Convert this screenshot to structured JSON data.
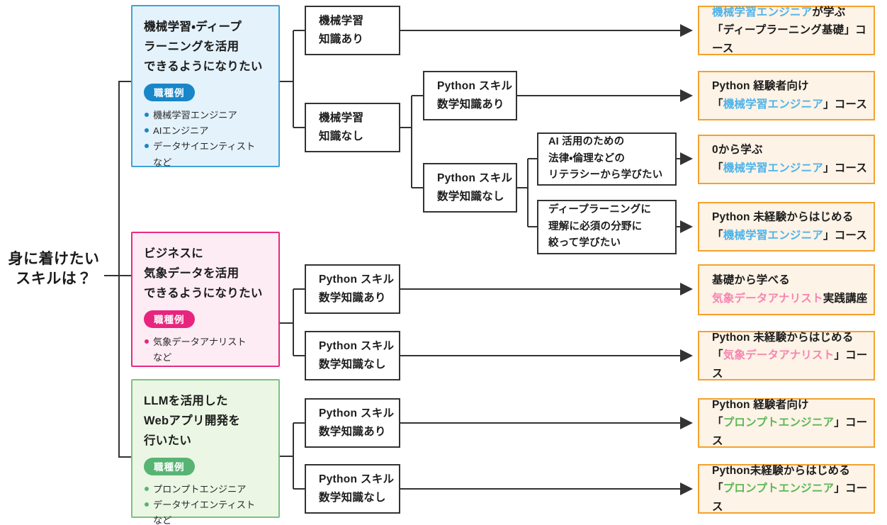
{
  "root": {
    "line1": "身に着けたい",
    "line2": "スキルは？"
  },
  "colors": {
    "blue": "#4FB3EA",
    "pink": "#F784B3",
    "green": "#5CB857",
    "blue_bg": "#E4F2FB",
    "blue_border": "#3FA2D9",
    "blue_badge": "#1886C9",
    "pink_bg": "#FDECF4",
    "pink_border": "#E82B80",
    "pink_badge": "#E8257E",
    "green_bg": "#EBF7E4",
    "green_border": "#7BC280",
    "green_badge": "#57B473",
    "course_bg": "#FDF3E6",
    "course_border": "#F5A12D",
    "line": "#333333"
  },
  "goals": [
    {
      "title_lines": [
        "機械学習・ディープ",
        "ラーニングを活用",
        "できるようになりたい"
      ],
      "badge": "職種例",
      "jobs": [
        "機械学習エンジニア",
        "AIエンジニア",
        "データサイエンティスト"
      ],
      "etc": "など"
    },
    {
      "title_lines": [
        "ビジネスに",
        "気象データを活用",
        "できるようになりたい"
      ],
      "badge": "職種例",
      "jobs": [
        "気象データアナリスト"
      ],
      "etc": "など"
    },
    {
      "title_lines": [
        "LLMを活用した",
        "Webアプリ開発を",
        "行いたい"
      ],
      "badge": "職種例",
      "jobs": [
        "プロンプトエンジニア",
        "データサイエンティスト"
      ],
      "etc": "など"
    }
  ],
  "decisions": [
    {
      "lines": [
        "機械学習",
        "知識あり"
      ]
    },
    {
      "lines": [
        "機械学習",
        "知識なし"
      ]
    },
    {
      "lines": [
        "Python スキル",
        "数学知識あり"
      ]
    },
    {
      "lines": [
        "Python スキル",
        "数学知識なし"
      ]
    },
    {
      "lines": [
        "Python スキル",
        "数学知識あり"
      ]
    },
    {
      "lines": [
        "Python スキル",
        "数学知識なし"
      ]
    },
    {
      "lines": [
        "Python スキル",
        "数学知識あり"
      ]
    },
    {
      "lines": [
        "Python スキル",
        "数学知識なし"
      ]
    }
  ],
  "preferences": [
    {
      "lines": [
        "AI 活用のための",
        "法律・倫理などの",
        "リテラシーから学びたい"
      ]
    },
    {
      "lines": [
        "ディープラーニングに",
        "理解に必須の分野に",
        "絞って学びたい"
      ]
    }
  ],
  "courses": [
    {
      "lines": [
        [
          {
            "t": "機械学習エンジニア",
            "c": "blue"
          },
          {
            "t": "が学ぶ"
          }
        ],
        [
          {
            "t": "「ディープラーニング基礎」コース"
          }
        ]
      ]
    },
    {
      "lines": [
        [
          {
            "t": "Python 経験者向け"
          }
        ],
        [
          {
            "t": "「"
          },
          {
            "t": "機械学習エンジニア",
            "c": "blue"
          },
          {
            "t": "」コース"
          }
        ]
      ]
    },
    {
      "lines": [
        [
          {
            "t": "0から学ぶ"
          }
        ],
        [
          {
            "t": "「"
          },
          {
            "t": "機械学習エンジニア",
            "c": "blue"
          },
          {
            "t": "」コース"
          }
        ]
      ]
    },
    {
      "lines": [
        [
          {
            "t": "Python 未経験からはじめる"
          }
        ],
        [
          {
            "t": "「"
          },
          {
            "t": "機械学習エンジニア",
            "c": "blue"
          },
          {
            "t": "」コース"
          }
        ]
      ]
    },
    {
      "lines": [
        [
          {
            "t": "基礎から学べる"
          }
        ],
        [
          {
            "t": "気象データアナリスト",
            "c": "pink"
          },
          {
            "t": "実践講座"
          }
        ]
      ]
    },
    {
      "lines": [
        [
          {
            "t": "Python 未経験からはじめる"
          }
        ],
        [
          {
            "t": "「"
          },
          {
            "t": "気象データアナリスト",
            "c": "pink"
          },
          {
            "t": "」コース"
          }
        ]
      ]
    },
    {
      "lines": [
        [
          {
            "t": "Python 経験者向け"
          }
        ],
        [
          {
            "t": "「"
          },
          {
            "t": "プロンプトエンジニア",
            "c": "green"
          },
          {
            "t": "」コース"
          }
        ]
      ]
    },
    {
      "lines": [
        [
          {
            "t": "Python未経験からはじめる"
          }
        ],
        [
          {
            "t": "「"
          },
          {
            "t": "プロンプトエンジニア",
            "c": "green"
          },
          {
            "t": "」コース"
          }
        ]
      ]
    }
  ]
}
